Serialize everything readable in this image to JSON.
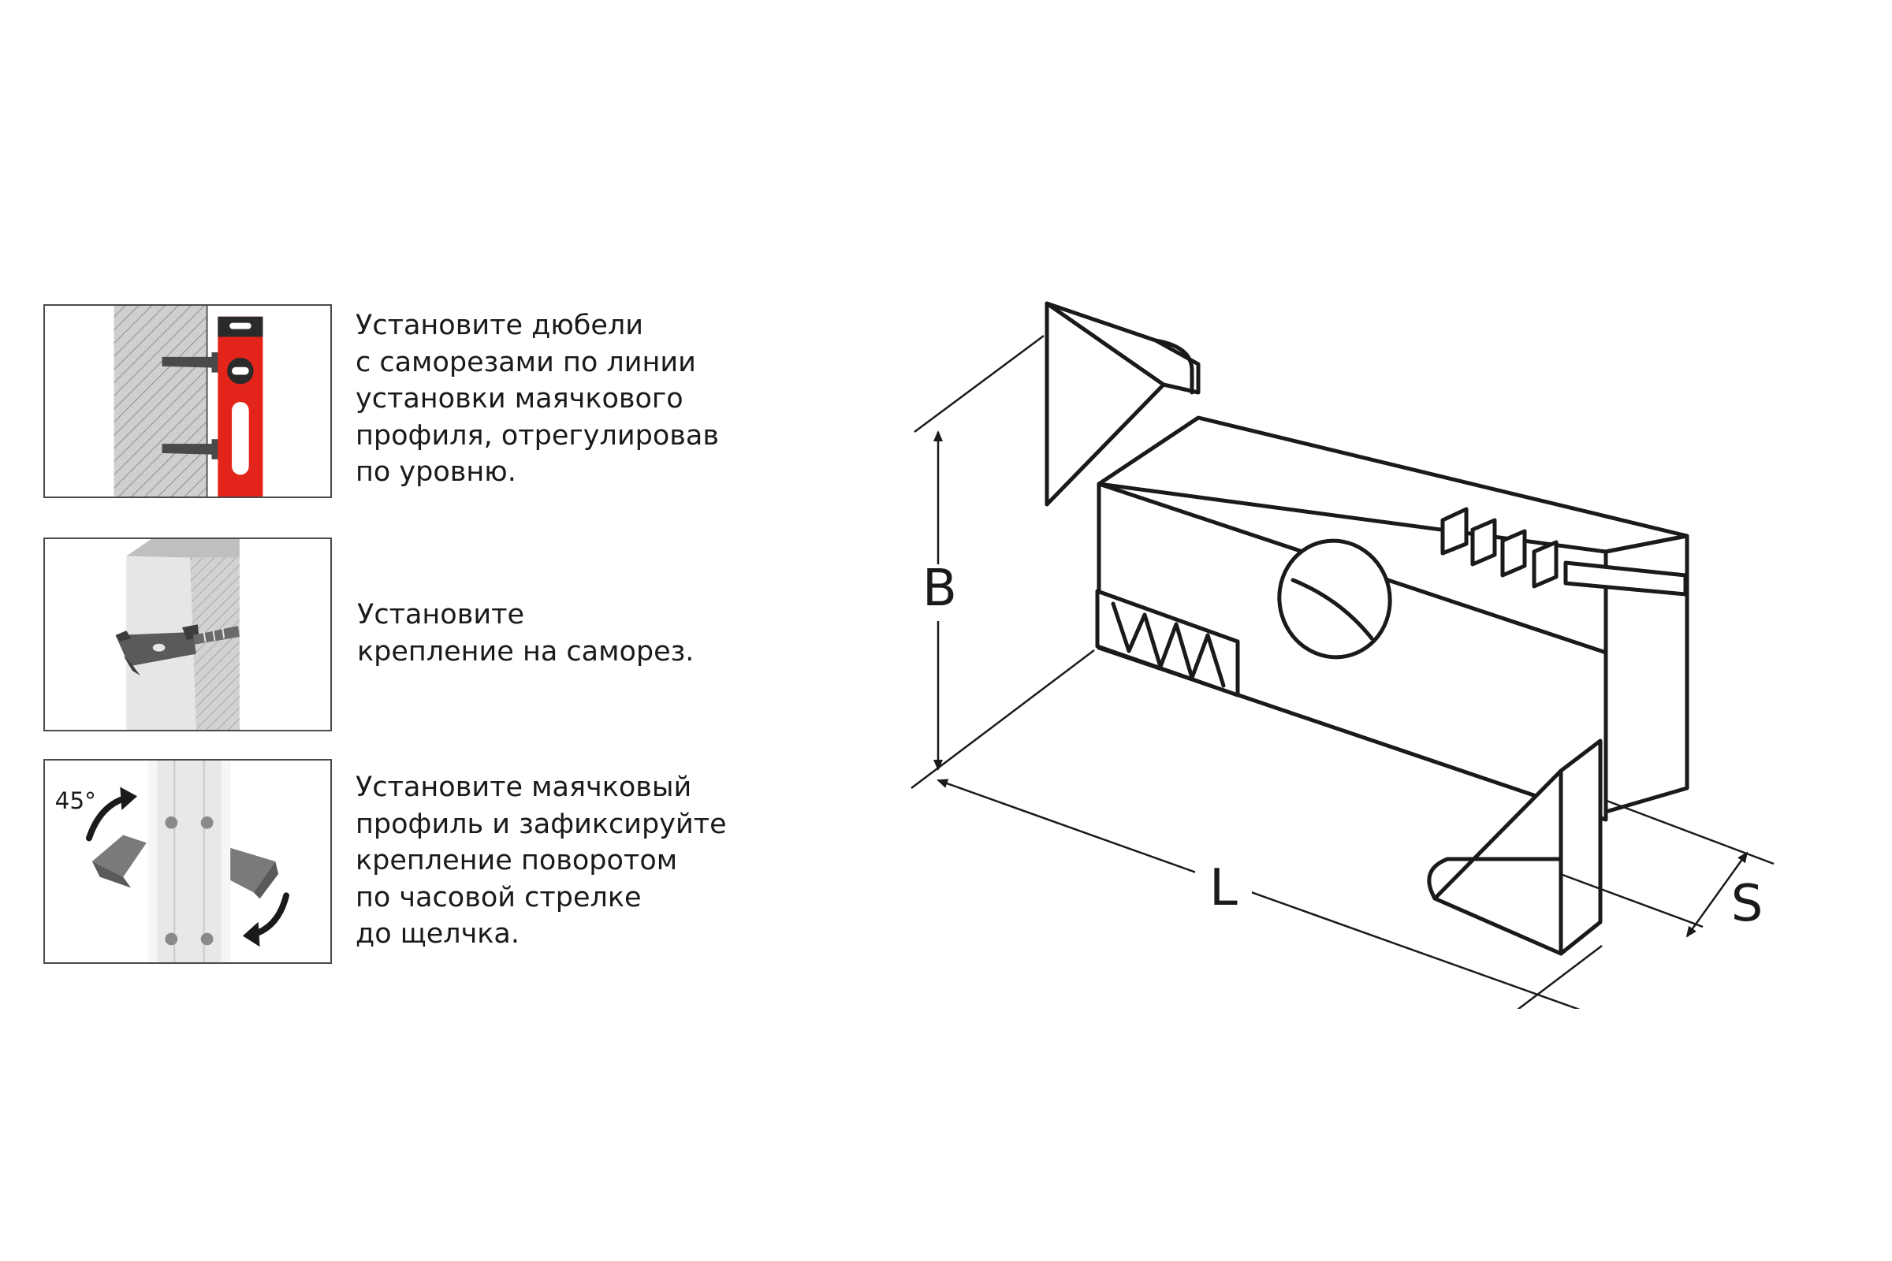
{
  "steps": [
    {
      "text": "Установите дюбели\nс саморезами по линии\nустановки маячкового\nпрофиля, отрегулировав\nпо уровню."
    },
    {
      "text": "Установите\nкрепление на саморез."
    },
    {
      "text": "Установите маячковый\nпрофиль и зафиксируйте\nкрепление поворотом\nпо часовой стрелке\nдо щелчка."
    }
  ],
  "panel3_angle_label": "45°",
  "dimensions": {
    "height_label": "B",
    "length_label": "L",
    "thickness_label": "S"
  },
  "colors": {
    "level_red": "#e3241b",
    "wall_gray": "#c8c8c8",
    "line": "#1a1a1a"
  }
}
